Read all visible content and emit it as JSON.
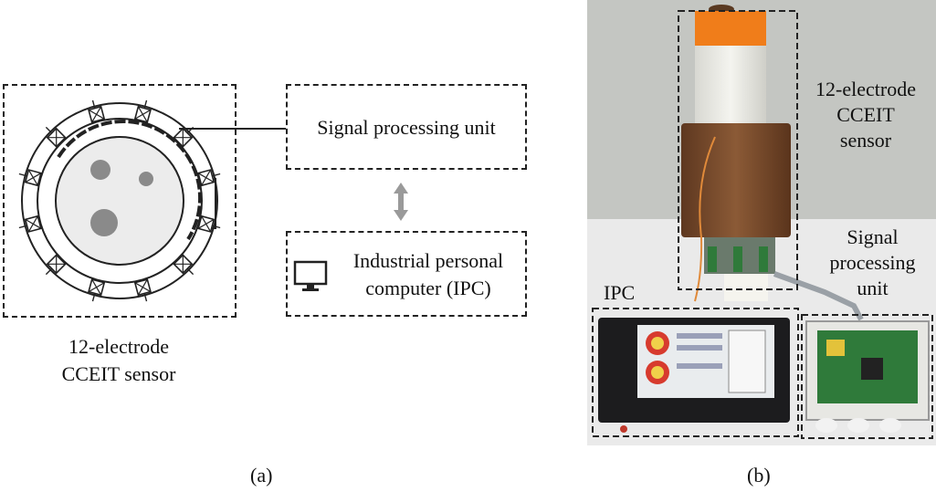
{
  "panel_a": {
    "sensor_label_line1": "12-electrode",
    "sensor_label_line2": "CCEIT sensor",
    "signal_unit": "Signal processing unit",
    "ipc_line1": "Industrial personal",
    "ipc_line2": "computer (IPC)",
    "caption": "(a)"
  },
  "panel_b": {
    "sensor_line1": "12-electrode",
    "sensor_line2": "CCEIT",
    "sensor_line3": "sensor",
    "ipc": "IPC",
    "signal_line1": "Signal",
    "signal_line2": "processing",
    "signal_line3": "unit",
    "caption": "(b)"
  },
  "colors": {
    "line": "#222222",
    "pipe_fill": "#eeeeee",
    "bubble": "#8a8a8a",
    "arrow": "#9a9a9a",
    "orange_cap": "#f07d1a",
    "brown_sleeve": "#7a4a2a",
    "pcb_green": "#2f7a3a"
  }
}
